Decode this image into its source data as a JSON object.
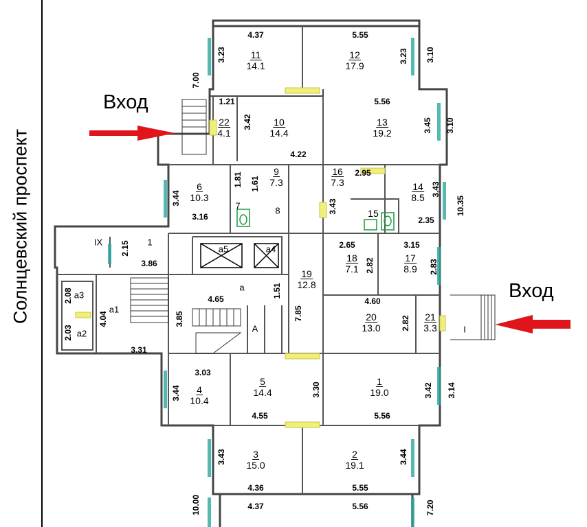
{
  "street_name": "Солнцевский проспект",
  "entrances": [
    {
      "id": "entrance-left",
      "label": "Вход"
    },
    {
      "id": "entrance-right",
      "label": "Вход"
    }
  ],
  "colors": {
    "wall": "#444444",
    "window": "#2aa8a0",
    "arrow": "#e0141b",
    "door": "#f1ef7a"
  },
  "rooms": [
    {
      "num": "11",
      "area": "14.1"
    },
    {
      "num": "12",
      "area": "17.9"
    },
    {
      "num": "22",
      "area": "4.1"
    },
    {
      "num": "10",
      "area": "14.4"
    },
    {
      "num": "13",
      "area": "19.2"
    },
    {
      "num": "6",
      "area": "10.3"
    },
    {
      "num": "9",
      "area": "7.3"
    },
    {
      "num": "16",
      "area": "7.3"
    },
    {
      "num": "14",
      "area": "8.5"
    },
    {
      "num": "19",
      "area": "12.8"
    },
    {
      "num": "18",
      "area": "7.1"
    },
    {
      "num": "17",
      "area": "8.9"
    },
    {
      "num": "20",
      "area": "13.0"
    },
    {
      "num": "21",
      "area": "3.3"
    },
    {
      "num": "4",
      "area": "10.4"
    },
    {
      "num": "5",
      "area": "14.4"
    },
    {
      "num": "1",
      "area": "19.0"
    },
    {
      "num": "3",
      "area": "15.0"
    },
    {
      "num": "2",
      "area": "19.1"
    }
  ],
  "labels": [
    "7",
    "8",
    "15",
    "1",
    "IX",
    "а5",
    "а4",
    "а",
    "а3",
    "а1",
    "а2",
    "А",
    "I"
  ],
  "dimensions": [
    "4.37",
    "5.55",
    "3.23",
    "3.23",
    "3.10",
    "7.00",
    "1.21",
    "3.42",
    "5.56",
    "3.45",
    "3.10",
    "4.22",
    "2.95",
    "3.44",
    "1.81",
    "1.61",
    "3.43",
    "10.35",
    "3.16",
    "3.43",
    "2.35",
    "2.15",
    "3.86",
    "2.65",
    "3.15",
    "2.82",
    "2.83",
    "2.08",
    "4.04",
    "4.65",
    "1.51",
    "7.85",
    "4.60",
    "2.03",
    "3.85",
    "2.82",
    "3.31",
    "3.03",
    "3.30",
    "3.42",
    "3.14",
    "3.44",
    "4.55",
    "5.56",
    "3.43",
    "3.44",
    "4.36",
    "5.55",
    "10.00",
    "4.37",
    "5.56",
    "7.20"
  ]
}
